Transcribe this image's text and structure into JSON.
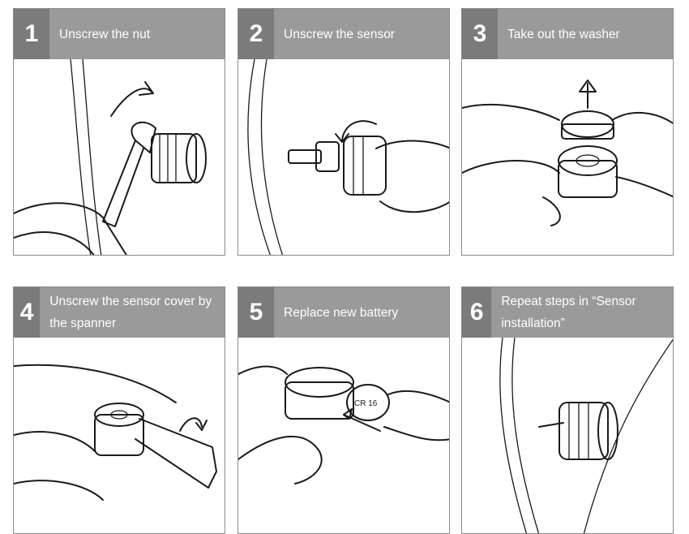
{
  "steps": [
    {
      "number": "1",
      "title": "Unscrew the nut"
    },
    {
      "number": "2",
      "title": "Unscrew the sensor"
    },
    {
      "number": "3",
      "title": "Take out the washer"
    },
    {
      "number": "4",
      "title": "Unscrew the sensor cover by the spanner"
    },
    {
      "number": "5",
      "title": "Replace new battery"
    },
    {
      "number": "6",
      "title": "Repeat steps in “Sensor installation”"
    }
  ],
  "battery_label": "CR 16",
  "colors": {
    "header": "#9a9a9a",
    "number_box": "#7b7b7b",
    "border": "#8a8a8a",
    "line": "#1a1a1a"
  }
}
